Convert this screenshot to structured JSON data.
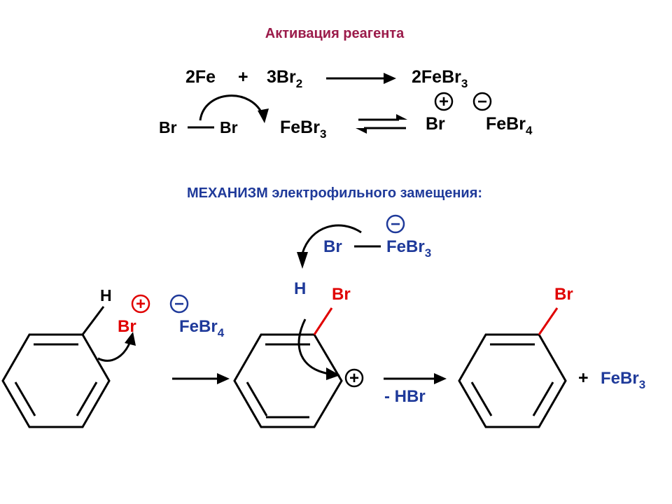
{
  "titles": {
    "activation": "Активация реагента",
    "mechanism": "МЕХАНИЗМ электрофильного замещения:"
  },
  "reaction1": {
    "reactant1": "2Fe",
    "plus": "+",
    "reactant2": "3Br",
    "reactant2_sub": "2",
    "product": "2FeBr",
    "product_sub": "3"
  },
  "reaction2": {
    "br_left": "Br",
    "br_right": "Br",
    "febr3": "FeBr",
    "febr3_sub": "3",
    "product_br": "Br",
    "product_febr4": "FeBr",
    "product_febr4_sub": "4",
    "plus_sign": "+",
    "minus_sign": "−"
  },
  "mechanism": {
    "h_label": "H",
    "br_electrophile": "Br",
    "febr4": "FeBr",
    "febr4_sub": "4",
    "plus_sign": "+",
    "minus_sign": "−",
    "top_br": "Br",
    "top_febr3": "FeBr",
    "top_febr3_sub": "3",
    "sigma_h": "H",
    "sigma_br": "Br",
    "minus_hbr": "- HBr",
    "product_br": "Br",
    "final_plus": "+",
    "final_febr3": "FeBr",
    "final_febr3_sub": "3"
  },
  "colors": {
    "title": "#9b1b4a",
    "blue": "#1f3a9a",
    "red": "#e00000",
    "black": "#000000"
  }
}
